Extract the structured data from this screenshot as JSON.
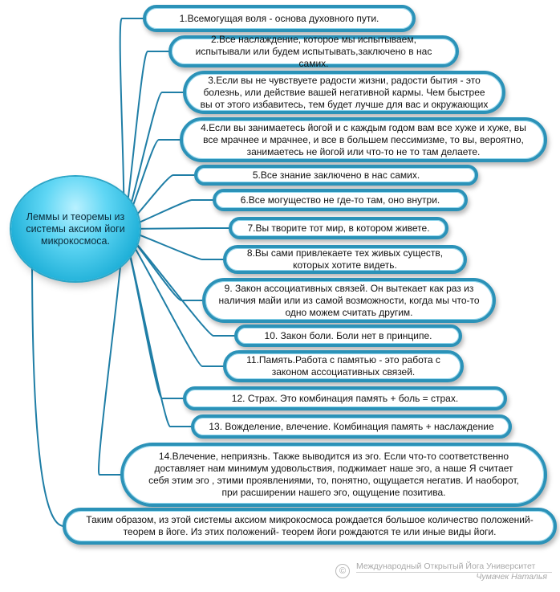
{
  "center": {
    "text": "Леммы и теоремы из системы аксиом йоги микрокосмоса."
  },
  "nodes": [
    "1.Всемогущая воля - основа духовного пути.",
    "2.Все наслаждение, которое мы испытываем, испытывали или будем испытывать,заключено в нас самих.",
    "3.Если вы не чувствуете радости жизни, радости бытия - это болезнь, или действие вашей негативной кармы. Чем быстрее вы от этого избавитесь, тем будет лучше для вас и окружающих",
    "4.Если вы занимаетесь йогой и с каждым годом вам все хуже и хуже, вы все мрачнее и мрачнее, и все в большем пессимизме, то вы, вероятно, занимаетесь не йогой или что-то не то там делаете.",
    "5.Все знание заключено в нас самих.",
    "6.Все могущество не где-то там, оно внутри.",
    "7.Вы творите тот мир, в котором живете.",
    "8.Вы сами привлекаете тех живых существ, которых хотите видеть.",
    "9. Закон ассоциативных связей. Он вытекает как раз из наличия майи или из самой возможности, когда мы что-то одно можем считать другим.",
    "10. Закон боли. Боли нет в принципе.",
    "11.Память.Работа с памятью - это работа с законом ассоциативных связей.",
    "12. Страх. Это комбинация память + боль = страх.",
    "13. Вожделение, влечение. Комбинация память + наслаждение",
    "14.Влечение, неприязнь. Также выводится из эго. Если что-то соответственно доставляет нам минимум удовольствия, поджимает наше эго, а наше Я считает себя этим эго , этими проявлениями, то, понятно, ощущается негатив. И наоборот, при расширении нашего эго, ощущение позитива.",
    "Таким образом, из этой системы аксиом микрокосмоса рождается большое количество положений- теорем в йоге. Из этих положений- теорем йоги рождаются те или иные виды йоги."
  ],
  "watermark": {
    "symbol": "©",
    "line1": "Международный Открытый Йога Университет",
    "line2": "Чумачек Наталья"
  },
  "colors": {
    "connector": "#1f7ea6",
    "pill_border": "#2b92b8",
    "center_fill": "#3cc4e8"
  }
}
